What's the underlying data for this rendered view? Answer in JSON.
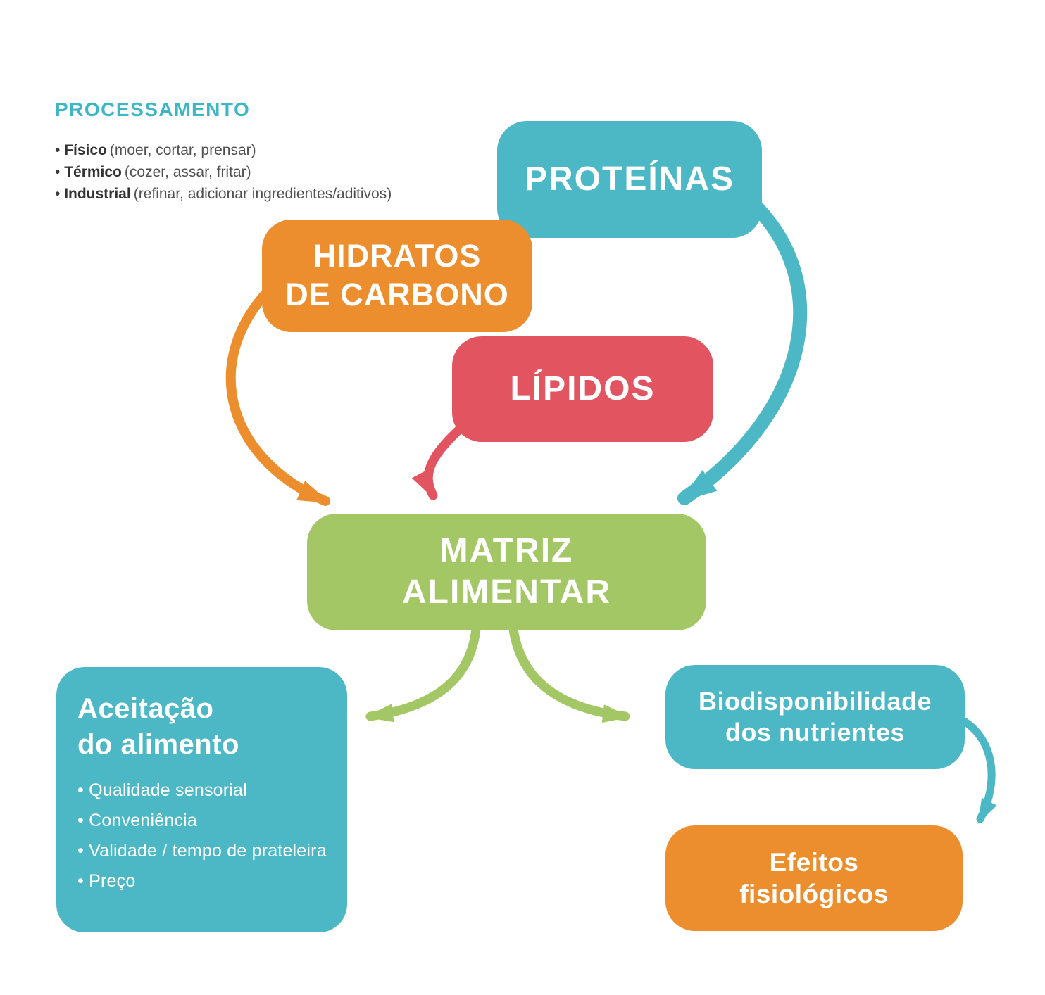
{
  "palette": {
    "teal": "#4cb8c6",
    "orange": "#ec8e2d",
    "red": "#e35461",
    "green": "#a3c765",
    "heading_teal": "#3db6c5",
    "text_dark": "#333333",
    "text_gray": "#4f4f4f",
    "background": "#ffffff"
  },
  "processing": {
    "title": "PROCESSAMENTO",
    "items": [
      {
        "term": "Físico",
        "desc": "(moer, cortar, prensar)"
      },
      {
        "term": "Térmico",
        "desc": "(cozer, assar, fritar)"
      },
      {
        "term": "Industrial",
        "desc": "(refinar, adicionar ingredientes/aditivos)"
      }
    ]
  },
  "nodes": {
    "proteinas": {
      "label": "PROTEÍNAS",
      "color": "#4cb8c6"
    },
    "hidratos": {
      "line1": "HIDRATOS",
      "line2": "DE CARBONO",
      "color": "#ec8e2d"
    },
    "lipidos": {
      "label": "LÍPIDOS",
      "color": "#e35461"
    },
    "matriz": {
      "line1": "MATRIZ",
      "line2": "ALIMENTAR",
      "color": "#a3c765"
    },
    "aceitacao": {
      "line1": "Aceitação",
      "line2": "do alimento",
      "color": "#4cb8c6",
      "bullets": [
        "Qualidade sensorial",
        "Conveniência",
        "Validade / tempo de prateleira",
        "Preço"
      ]
    },
    "biodisponibilidade": {
      "line1": "Biodisponibilidade",
      "line2": "dos nutrientes",
      "color": "#4cb8c6"
    },
    "efeitos": {
      "line1": "Efeitos",
      "line2": "fisiológicos",
      "color": "#ec8e2d"
    }
  },
  "arrows": [
    {
      "name": "hidratos-to-matriz",
      "color": "#ec8e2d"
    },
    {
      "name": "lipidos-to-matriz",
      "color": "#e35461"
    },
    {
      "name": "proteinas-to-matriz",
      "color": "#4cb8c6"
    },
    {
      "name": "matriz-to-aceitacao",
      "color": "#a3c765"
    },
    {
      "name": "matriz-to-biodisponibilidade",
      "color": "#a3c765"
    },
    {
      "name": "biodisponibilidade-to-efeitos",
      "color": "#4cb8c6"
    }
  ]
}
